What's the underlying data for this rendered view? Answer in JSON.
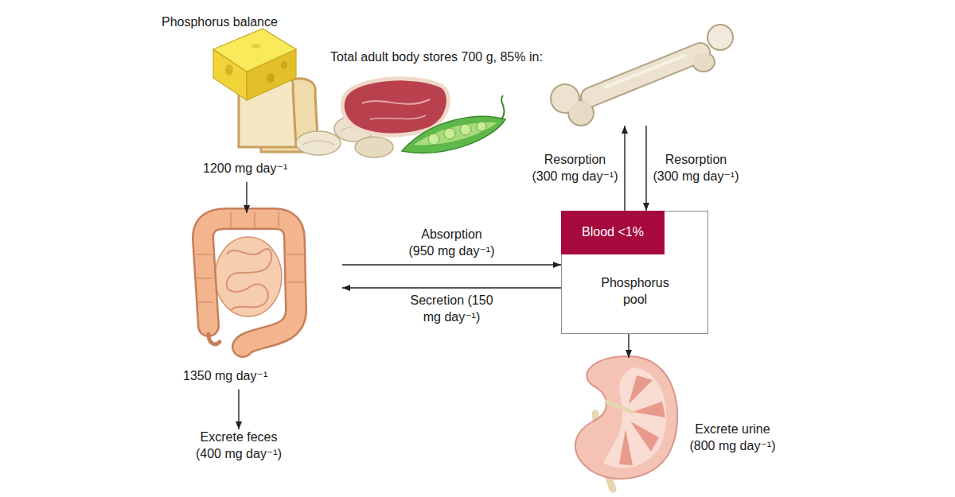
{
  "diagram": {
    "title": "Phosphorus balance",
    "nodes": [
      {
        "text": [
          "1200 mg day⁻¹"
        ]
      },
      {
        "text": [
          "1350 mg day⁻¹"
        ]
      },
      {
        "text": [
          "Excrete feces (400 mg day⁻¹)"
        ]
      },
      {
        "text": [
          "Total adult body stores 700 g, 85% in:"
        ]
      },
      {
        "text": [
          "Phosphorus pool"
        ]
      },
      {
        "text": [
          "Blood <1%"
        ],
        "in": 4
      },
      {
        "text": [
          "Excrete urine (800 mg day⁻¹)"
        ]
      }
    ],
    "edges": [
      {
        "from": 0,
        "to": 1,
        "arrow": "to"
      },
      {
        "from": 1,
        "to": 2,
        "arrow": "to"
      },
      {
        "from": 1,
        "to": 4,
        "label": "Absorption (950 mg day⁻¹)",
        "arrow": "to"
      },
      {
        "from": 4,
        "to": 1,
        "label": "Secretion (150 mg day⁻¹)",
        "arrow": "to"
      },
      {
        "from": 4,
        "to": 3,
        "label": "Resorption (300 mg day⁻¹)",
        "arrow": "to"
      },
      {
        "from": 3,
        "to": 4,
        "label": "Resorption (300 mg day⁻¹)",
        "arrow": "to"
      },
      {
        "from": 5,
        "to": 4,
        "arrow": "to"
      },
      {
        "from": 4,
        "to": 5,
        "arrow": "to"
      },
      {
        "from": 4,
        "to": 6,
        "arrow": "to"
      }
    ]
  }
}
